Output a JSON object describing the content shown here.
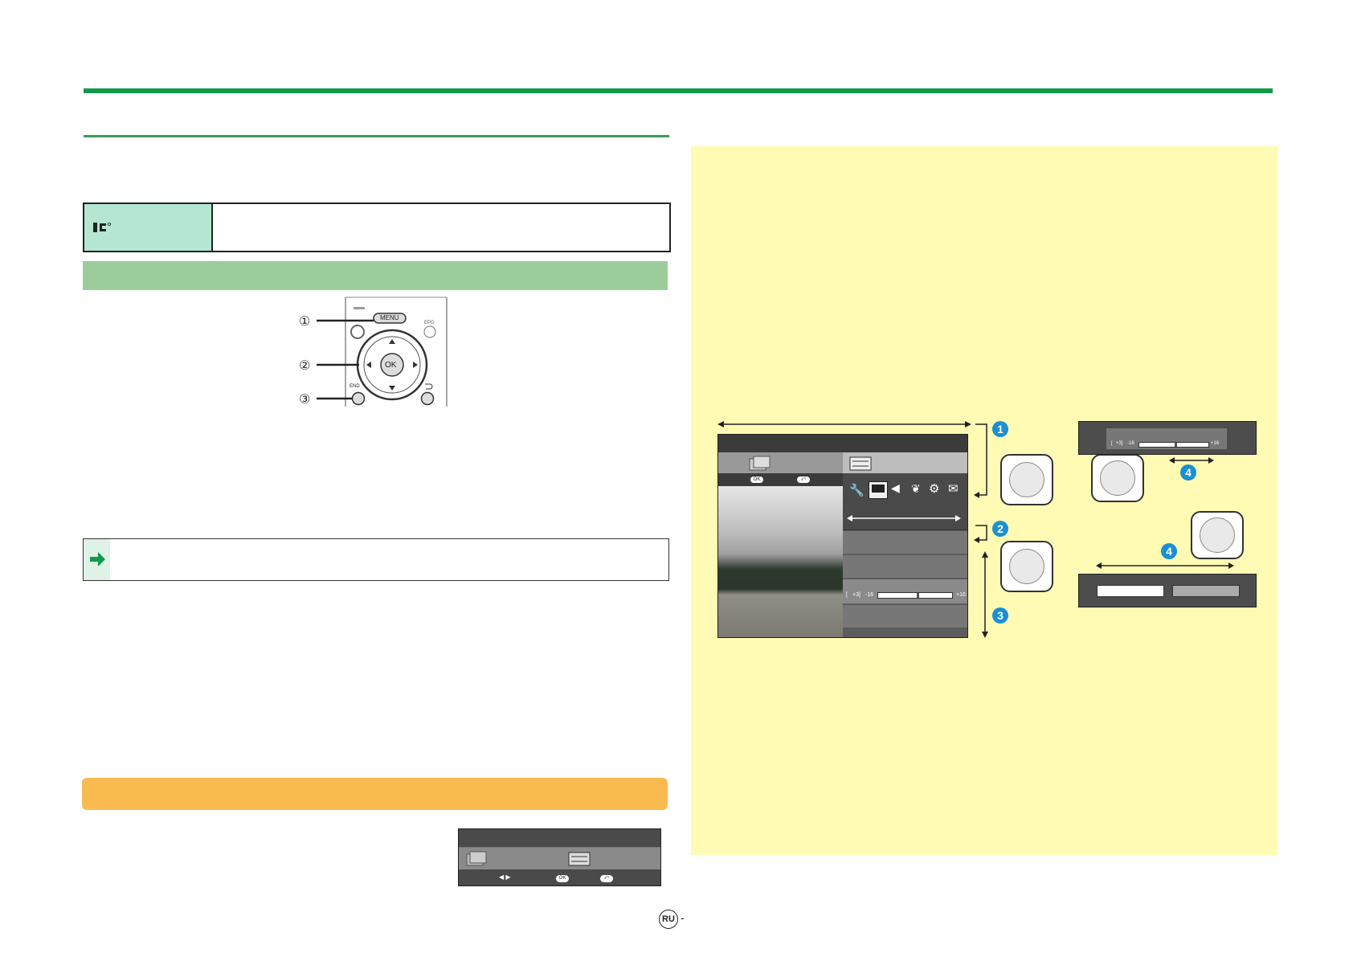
{
  "remote": {
    "menu_label": "MENU",
    "epg_label": "EPG",
    "ok_label": "OK",
    "end_label": "END",
    "callouts": [
      "①",
      "②",
      "③"
    ]
  },
  "screens": {
    "main_ok_label": "OK",
    "slider_bracket": "[",
    "slider_current": "+3]",
    "slider_min": "-16",
    "slider_max": "+16",
    "step_badges": [
      "1",
      "2",
      "3",
      "4"
    ]
  },
  "small_screen": {
    "ok_label": "OK"
  },
  "footer": {
    "region_badge": "RU",
    "dash": "-"
  },
  "colors": {
    "header_rule": "#109a48",
    "rc_label_bg": "#b4e6d2",
    "section_bar": "#9ccc9a",
    "orange_bar": "#f9bb4f",
    "panel_bg": "#fffbb4",
    "step_badge": "#1a8fd4"
  },
  "icons": [
    "wrench-icon",
    "picture-icon",
    "speaker-icon",
    "leaf-icon",
    "gear-icon",
    "envelope-icon",
    "arrow-right-icon",
    "return-icon"
  ]
}
